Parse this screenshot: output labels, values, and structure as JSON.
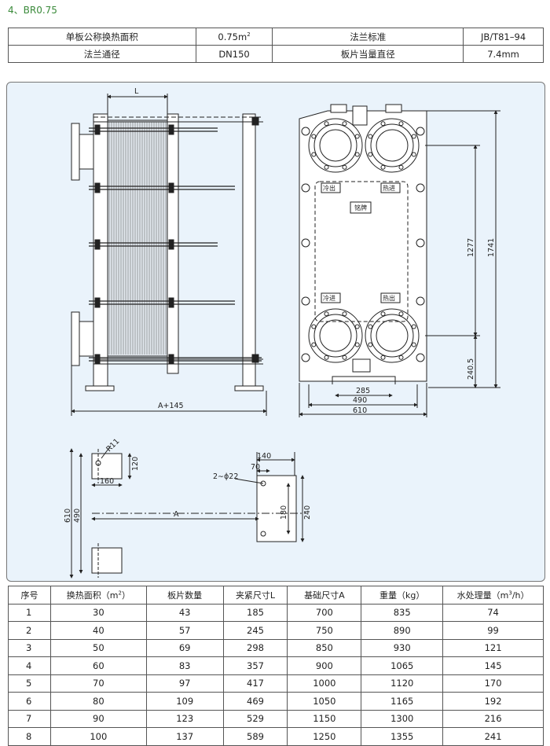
{
  "title": "4、BR0.75",
  "spec": {
    "row1": {
      "label1": "单板公称换热面积",
      "value1": "0.75m",
      "value1_sup": "2",
      "label2": "法兰标准",
      "value2": "JB/T81–94"
    },
    "row2": {
      "label1": "法兰通径",
      "value1": "DN150",
      "label2": "板片当量直径",
      "value2": "7.4mm"
    }
  },
  "drawing": {
    "side_view": {
      "dim_top": "L",
      "dim_bottom": "A+145"
    },
    "front_view": {
      "dim_bottom_1": "285",
      "dim_bottom_2": "490",
      "dim_bottom_3": "610",
      "dim_right_1": "1277",
      "dim_right_2": "1741",
      "dim_right_3": "240.5",
      "tag_cold_out": "冷出",
      "tag_hot_in": "热进",
      "tag_nameplate": "铭牌",
      "tag_cold_in": "冷进",
      "tag_hot_out": "热出"
    },
    "foundation": {
      "radius": "R11",
      "dim_120": "120",
      "dim_160": "160",
      "dim_610": "610",
      "dim_490": "490",
      "dim_A": "A",
      "dim_140": "140",
      "dim_70": "70",
      "hole": "2∼ϕ22",
      "dim_180": "180",
      "dim_240": "240"
    }
  },
  "table": {
    "headers": [
      "序号",
      "换热面积（m",
      "板片数量",
      "夹紧尺寸L",
      "基础尺寸A",
      "重量（kg）",
      "水处理量（m"
    ],
    "header_sups": [
      "",
      "2",
      "",
      "",
      "",
      "",
      "3"
    ],
    "header_tails": [
      "",
      "）",
      "",
      "",
      "",
      "",
      "/h）"
    ],
    "rows": [
      [
        "1",
        "30",
        "43",
        "185",
        "700",
        "835",
        "74"
      ],
      [
        "2",
        "40",
        "57",
        "245",
        "750",
        "890",
        "99"
      ],
      [
        "3",
        "50",
        "69",
        "298",
        "850",
        "930",
        "121"
      ],
      [
        "4",
        "60",
        "83",
        "357",
        "900",
        "1065",
        "145"
      ],
      [
        "5",
        "70",
        "97",
        "417",
        "1000",
        "1120",
        "170"
      ],
      [
        "6",
        "80",
        "109",
        "469",
        "1050",
        "1165",
        "192"
      ],
      [
        "7",
        "90",
        "123",
        "529",
        "1150",
        "1300",
        "216"
      ],
      [
        "8",
        "100",
        "137",
        "589",
        "1250",
        "1355",
        "241"
      ]
    ]
  }
}
